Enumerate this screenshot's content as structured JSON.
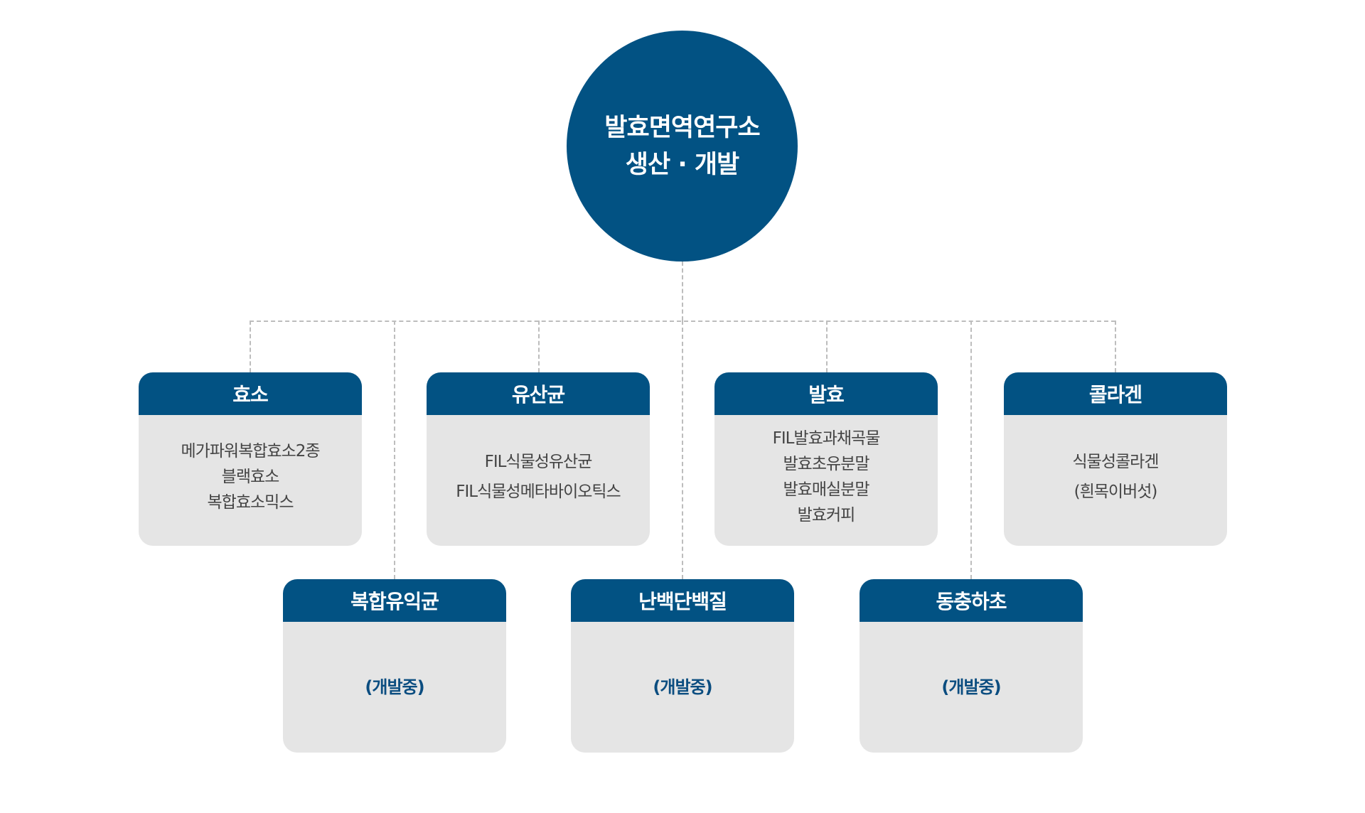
{
  "root": {
    "line1": "발효면역연구소",
    "line2": "생산 · 개발"
  },
  "top_row": [
    {
      "title": "효소",
      "items": [
        "메가파워복합효소2종",
        "블랙효소",
        "복합효소믹스"
      ]
    },
    {
      "title": "유산균",
      "items": [
        "FIL식물성유산균",
        "FIL식물성메타바이오틱스"
      ]
    },
    {
      "title": "발효",
      "items": [
        "FIL발효과채곡물",
        "발효초유분말",
        "발효매실분말",
        "발효커피"
      ]
    },
    {
      "title": "콜라겐",
      "items": [
        "식물성콜라겐",
        "(흰목이버섯)"
      ]
    }
  ],
  "bottom_row": [
    {
      "title": "복합유익균",
      "status": "(개발중)"
    },
    {
      "title": "난백단백질",
      "status": "(개발중)"
    },
    {
      "title": "동충하초",
      "status": "(개발중)"
    }
  ],
  "colors": {
    "primary": "#025283",
    "box_bg": "#e5e5e5",
    "connector": "#bdbdbd"
  }
}
